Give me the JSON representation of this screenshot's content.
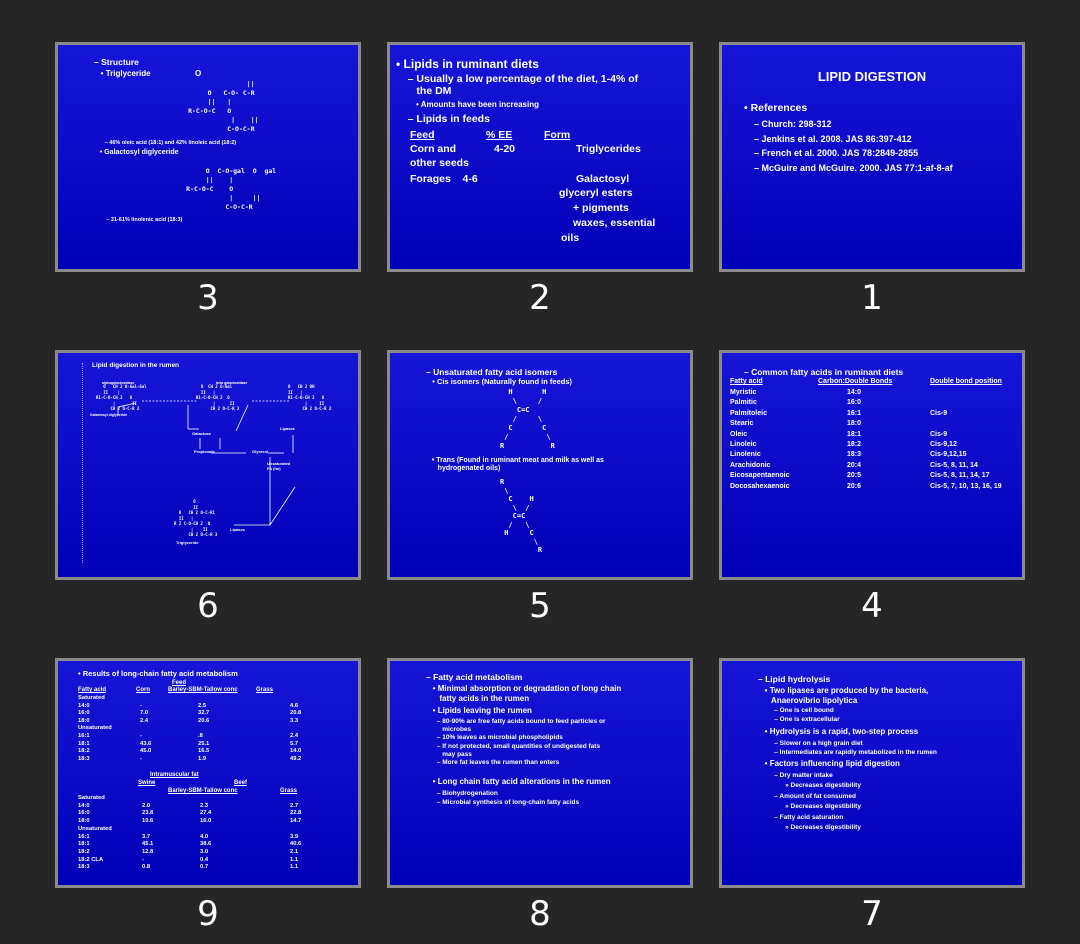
{
  "slides": [
    {
      "number": "3",
      "lines": [
        "– Structure",
        "   • Triglyceride                    O",
        "                                     ||",
        "                           O   C-O- C-R",
        "                           ||   |",
        "                      R-C-O-C   O",
        "                                 |    ||",
        "                                C-O-C-R",
        "       – 46% oleic acid (18:1) and 42% linoleic acid (18:2)",
        "   • Galactosyl diglyceride",
        "                          O  C-O-gal  O  gal",
        "                          ||    |",
        "                     R-C-O-C    O",
        "                                |     ||",
        "                               C-O-C-R",
        "        – 31-61% linolenic acid (18:3)"
      ]
    },
    {
      "number": "2",
      "lines": [
        "• Lipids in ruminant diets",
        "    – Usually a low percentage of the diet, 1-4% of",
        "       the DM",
        "         • Amounts have been increasing",
        "    – Lipids in feeds",
        "Feed",
        "% EE",
        "Form",
        "Corn and",
        "4-20",
        "Triglycerides",
        "other seeds",
        "Forages    4-6",
        "Galactosyl",
        "glyceryl esters",
        "+ pigments",
        "waxes, essential",
        "oils"
      ]
    },
    {
      "number": "1",
      "title": "LIPID DIGESTION",
      "lines": [
        "• References",
        "    – Church: 298-312",
        "    – Jenkins et al. 2008. JAS 86:397-412",
        "    – French et al. 2000. JAS 78:2849-2855",
        "    – McGuire and McGuire. 2000. JAS 77:1-af-8-af"
      ]
    },
    {
      "number": "6",
      "title": "Lipid digestion in the rumen",
      "labels": [
        "alphagalactosidase",
        "beta galactosidase",
        "Galactosyl diglyceride",
        "Galactose",
        "Lipases",
        "Propionate",
        "Glycerol",
        "Unsaturated FA (fm)",
        "Triglyceride",
        "Lipases"
      ]
    },
    {
      "number": "5",
      "lines": [
        "– Unsaturated fatty acid isomers",
        "   • Cis isomers (Naturally found in feeds)",
        "   • Trans (Found in ruminant meat and milk as well as",
        "      hydrogenated oils)"
      ]
    },
    {
      "number": "4",
      "title": "– Common fatty acids in ruminant diets",
      "headers": [
        "Fatty acid",
        "Carbon:Double Bonds",
        "Double bond position"
      ],
      "rows": [
        [
          "Myristic",
          "14:0",
          ""
        ],
        [
          "Palmitic",
          "16:0",
          ""
        ],
        [
          "Palmitoleic",
          "16:1",
          "Cis-9"
        ],
        [
          "Stearic",
          "18:0",
          ""
        ],
        [
          "Oleic",
          "18:1",
          "Cis-9"
        ],
        [
          "Linoleic",
          "18:2",
          "Cis-9,12"
        ],
        [
          "Linolenic",
          "18:3",
          "Cis-9,12,15"
        ],
        [
          "Arachidonic",
          "20:4",
          "Cis-5, 8, 11, 14"
        ],
        [
          "Eicosapentaenoic",
          "20:5",
          "Cis-5, 8, 11, 14, 17"
        ],
        [
          "Docosahexaenoic",
          "20:6",
          "Cis-5, 7, 10, 13, 16, 19"
        ]
      ]
    },
    {
      "number": "9",
      "lines": [
        "• Results of long-chain fatty acid metabolism",
        "Feed",
        "Fatty acid",
        "Corn",
        "Barley-SBM-Tallow conc",
        "Grass",
        "Intramuscular fat",
        "Swine",
        "Beef"
      ],
      "table1": [
        [
          "Saturated",
          "",
          "",
          ""
        ],
        [
          "14:0",
          "-",
          "2.5",
          "4.6"
        ],
        [
          "16:0",
          "7.0",
          "32.7",
          "20.8"
        ],
        [
          "18:0",
          "2.4",
          "20.6",
          "3.3"
        ],
        [
          "Unsaturated",
          "",
          "",
          ""
        ],
        [
          "16:1",
          "-",
          ".8",
          "2.4"
        ],
        [
          "18:1",
          "43.6",
          "25.1",
          "5.7"
        ],
        [
          "18:2",
          "45.0",
          "16.5",
          "14.0"
        ],
        [
          "18:3",
          "-",
          "1.9",
          "49.2"
        ]
      ],
      "table2": [
        [
          "Saturated",
          "",
          "",
          ""
        ],
        [
          "14:0",
          "2.0",
          "2.3",
          "2.7"
        ],
        [
          "16:0",
          "23.8",
          "27.4",
          "22.8"
        ],
        [
          "18:0",
          "10.6",
          "16.0",
          "14.7"
        ],
        [
          "Unsaturated",
          "",
          "",
          ""
        ],
        [
          "16:1",
          "3.7",
          "4.0",
          "3.9"
        ],
        [
          "18:1",
          "45.1",
          "38.6",
          "40.6"
        ],
        [
          "18:2",
          "12.8",
          "3.0",
          "2.1"
        ],
        [
          "18:2 CLA",
          "-",
          "0.4",
          "1.1"
        ],
        [
          "18:3",
          "0.8",
          "0.7",
          "1.1"
        ]
      ]
    },
    {
      "number": "8",
      "lines": [
        "– Fatty acid metabolism",
        "   • Minimal absorption or degradation of long chain",
        "      fatty acids in the rumen",
        "   • Lipids leaving the rumen",
        "      – 80-90% are free fatty acids bound to feed particles or",
        "         microbes",
        "      – 10% leaves as microbial phospholipids",
        "      – If not protected, small quantities of undigested fats",
        "         may pass",
        "      – More fat leaves the rumen than enters",
        "   • Long chain fatty acid alterations in the rumen",
        "      – Biohydrogenation",
        "      – Microbial synthesis of long-chain fatty acids"
      ]
    },
    {
      "number": "7",
      "lines": [
        "– Lipid hydrolysis",
        "   • Two lipases are produced by the bacteria,",
        "      Anaerovibrio lipolytica",
        "         – One is cell bound",
        "         – One is extracellular",
        "   • Hydrolysis is a rapid, two-step process",
        "         – Slower on a high grain diet",
        "         – Intermediates are rapidly metabolized in the rumen",
        "   • Factors influencing lipid digestion",
        "         – Dry matter intake",
        "               » Decreases digestibility",
        "         – Amount of fat consumed",
        "               » Decreases digestibility",
        "         – Fatty acid saturation",
        "               » Decreases digestibility"
      ]
    }
  ]
}
